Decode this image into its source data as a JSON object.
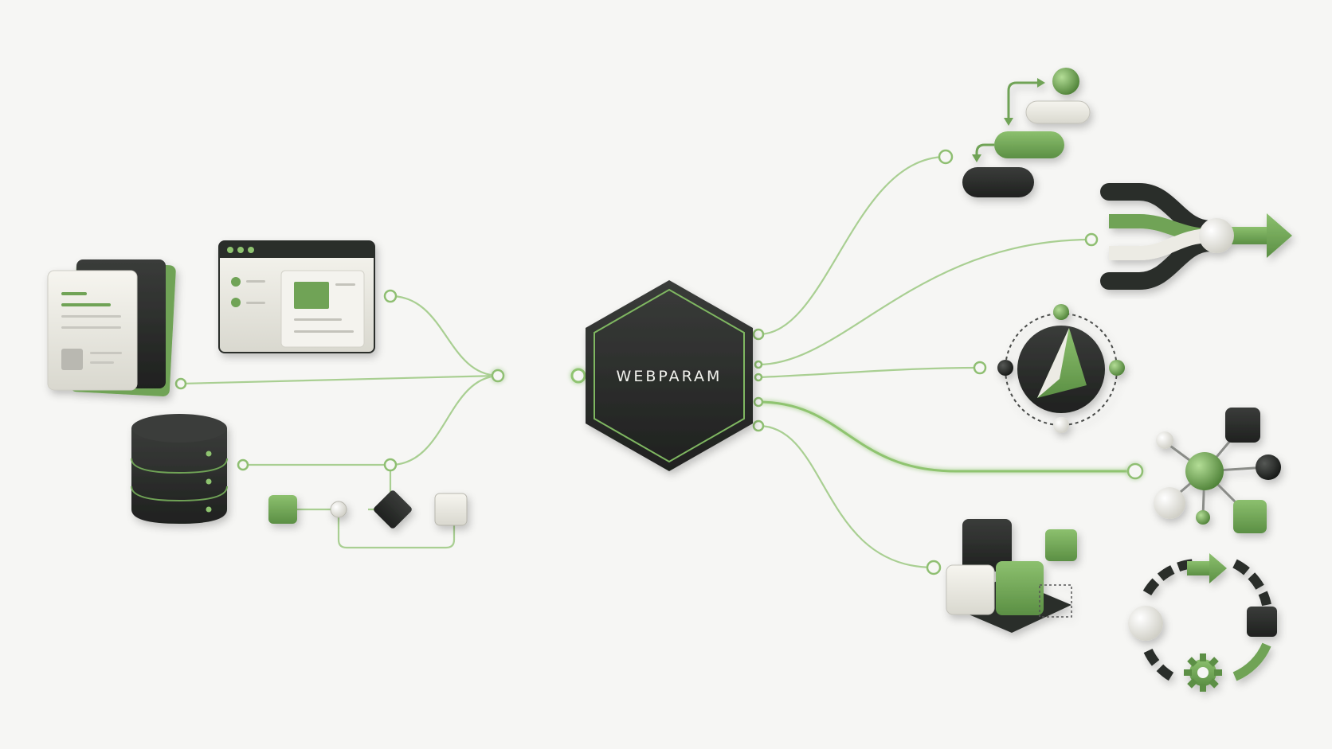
{
  "hub": {
    "label": "WEBPARAM"
  },
  "colors": {
    "background": "#f6f6f4",
    "dark": "#2b2d2b",
    "green": "#6fa356",
    "green_light": "#a8cf8c",
    "cream": "#ecebe4",
    "line": "#8fbf72"
  },
  "inputs": [
    {
      "id": "documents",
      "icon": "documents-icon"
    },
    {
      "id": "web-browser",
      "icon": "browser-window-icon"
    },
    {
      "id": "database",
      "icon": "database-icon"
    },
    {
      "id": "workflow",
      "icon": "flowchart-icon"
    }
  ],
  "outputs": [
    {
      "id": "sequential-steps",
      "icon": "step-flow-icon"
    },
    {
      "id": "merge-route",
      "icon": "merge-arrow-icon"
    },
    {
      "id": "navigation",
      "icon": "compass-icon"
    },
    {
      "id": "network",
      "icon": "network-graph-icon"
    },
    {
      "id": "modules",
      "icon": "cubes-icon"
    },
    {
      "id": "cycle",
      "icon": "cycle-gear-icon"
    }
  ]
}
